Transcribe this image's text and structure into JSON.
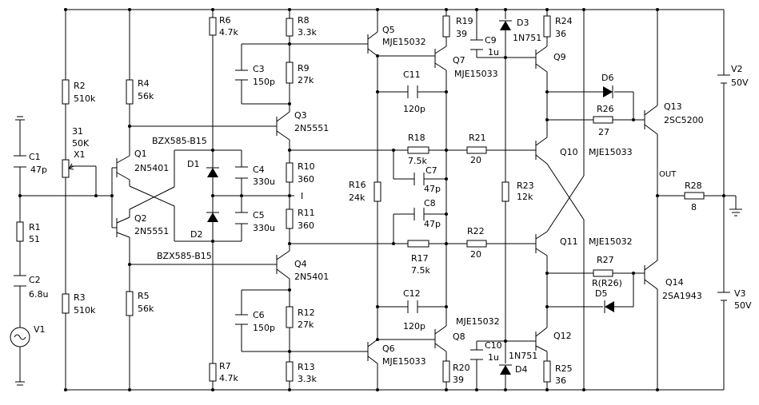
{
  "components": {
    "R1": {
      "ref": "R1",
      "value": "51"
    },
    "R2": {
      "ref": "R2",
      "value": "510k"
    },
    "R3": {
      "ref": "R3",
      "value": "510k"
    },
    "R4": {
      "ref": "R4",
      "value": "56k"
    },
    "R5": {
      "ref": "R5",
      "value": "56k"
    },
    "R6": {
      "ref": "R6",
      "value": "4.7k"
    },
    "R7": {
      "ref": "R7",
      "value": "4.7k"
    },
    "R8": {
      "ref": "R8",
      "value": "3.3k"
    },
    "R9": {
      "ref": "R9",
      "value": "27k"
    },
    "R10": {
      "ref": "R10",
      "value": "360"
    },
    "R11": {
      "ref": "R11",
      "value": "360"
    },
    "R12": {
      "ref": "R12",
      "value": "27k"
    },
    "R13": {
      "ref": "R13",
      "value": "3.3k"
    },
    "R16": {
      "ref": "R16",
      "value": "24k"
    },
    "R17": {
      "ref": "R17",
      "value": "7.5k"
    },
    "R18": {
      "ref": "R18",
      "value": "7.5k"
    },
    "R19": {
      "ref": "R19",
      "value": "39"
    },
    "R20": {
      "ref": "R20",
      "value": "39"
    },
    "R21": {
      "ref": "R21",
      "value": "20"
    },
    "R22": {
      "ref": "R22",
      "value": "20"
    },
    "R23": {
      "ref": "R23",
      "value": "12k"
    },
    "R24": {
      "ref": "R24",
      "value": "36"
    },
    "R25": {
      "ref": "R25",
      "value": "36"
    },
    "R26": {
      "ref": "R26",
      "value": "27"
    },
    "R27": {
      "ref": "R27",
      "value": "R(R26)"
    },
    "R28": {
      "ref": "R28",
      "value": "8"
    },
    "C1": {
      "ref": "C1",
      "value": "47p"
    },
    "C2": {
      "ref": "C2",
      "value": "6.8u"
    },
    "C3": {
      "ref": "C3",
      "value": "150p"
    },
    "C4": {
      "ref": "C4",
      "value": "330u"
    },
    "C5": {
      "ref": "C5",
      "value": "330u"
    },
    "C6": {
      "ref": "C6",
      "value": "150p"
    },
    "C7": {
      "ref": "C7",
      "value": "47p"
    },
    "C8": {
      "ref": "C8",
      "value": "47p"
    },
    "C9": {
      "ref": "C9",
      "value": "1u"
    },
    "C10": {
      "ref": "C10",
      "value": "1u"
    },
    "C11": {
      "ref": "C11",
      "value": "120p"
    },
    "C12": {
      "ref": "C12",
      "value": "120p"
    },
    "Q1": {
      "ref": "Q1",
      "value": "2N5401"
    },
    "Q2": {
      "ref": "Q2",
      "value": "2N5551"
    },
    "Q3": {
      "ref": "Q3",
      "value": "2N5551"
    },
    "Q4": {
      "ref": "Q4",
      "value": "2N5401"
    },
    "Q5": {
      "ref": "Q5",
      "value": "MJE15032"
    },
    "Q6": {
      "ref": "Q6",
      "value": "MJE15033"
    },
    "Q7": {
      "ref": "Q7",
      "value": "MJE15033"
    },
    "Q8": {
      "ref": "Q8",
      "value": "MJE15032"
    },
    "Q9": {
      "ref": "Q9",
      "value": ""
    },
    "Q10": {
      "ref": "Q10",
      "value": "MJE15033"
    },
    "Q11": {
      "ref": "Q11",
      "value": "MJE15032"
    },
    "Q12": {
      "ref": "Q12",
      "value": ""
    },
    "Q13": {
      "ref": "Q13",
      "value": "2SC5200"
    },
    "Q14": {
      "ref": "Q14",
      "value": "2SA1943"
    },
    "D1": {
      "ref": "D1",
      "value": "BZX585-B15"
    },
    "D2": {
      "ref": "D2",
      "value": "BZX585-B15"
    },
    "D3": {
      "ref": "D3",
      "value": "1N751"
    },
    "D4": {
      "ref": "D4",
      "value": "1N751"
    },
    "D5": {
      "ref": "D5",
      "value": ""
    },
    "D6": {
      "ref": "D6",
      "value": ""
    },
    "V1": {
      "ref": "V1",
      "value": ""
    },
    "V2": {
      "ref": "V2",
      "value": "50V"
    },
    "V3": {
      "ref": "V3",
      "value": "50V"
    },
    "X1": {
      "ref": "31",
      "value": "50K",
      "extra": "X1"
    }
  },
  "net_labels": {
    "out": "OUT",
    "probe": "I"
  }
}
